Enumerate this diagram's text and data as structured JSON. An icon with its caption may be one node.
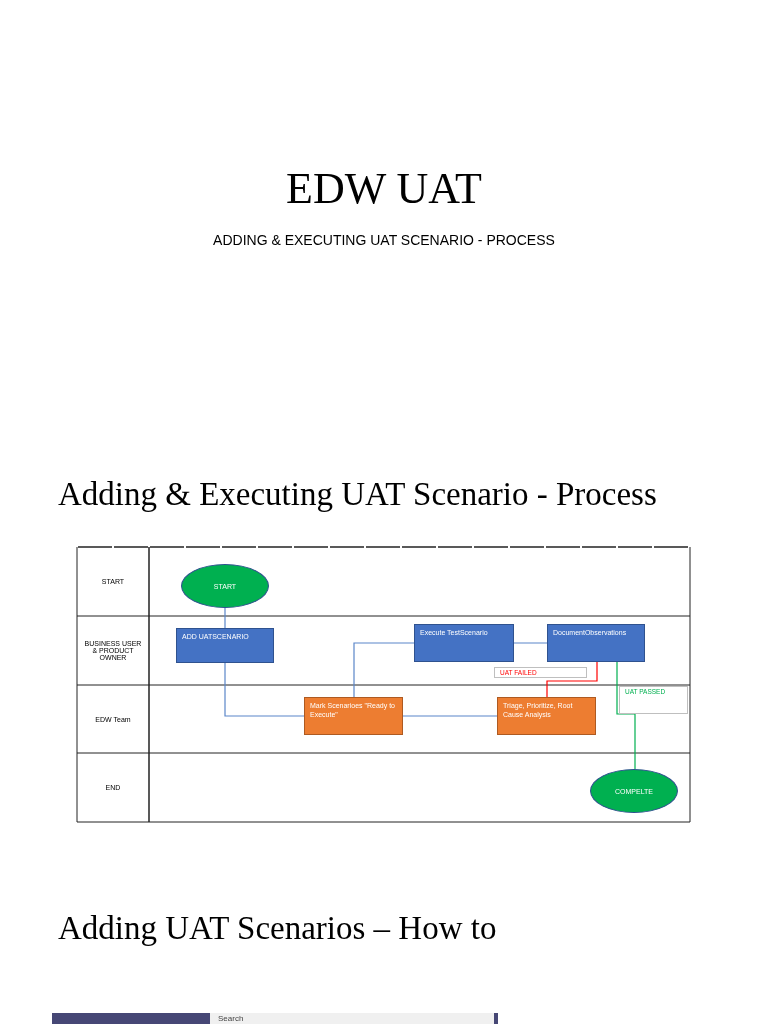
{
  "diagram": {
    "title": "EDW UAT",
    "nodes": [
      {
        "text": [
          "START"
        ]
      },
      {
        "text": [
          "BUSINESS USER & PRODUCT OWNER"
        ]
      },
      {
        "text": [
          "EDW Team"
        ]
      },
      {
        "text": [
          "END"
        ]
      },
      {
        "text": [
          "START"
        ]
      },
      {
        "text": [
          "ADD UATSCENARIO"
        ]
      },
      {
        "text": [
          "Execute TestScenario"
        ]
      },
      {
        "text": [
          "DocumentObservations"
        ]
      },
      {
        "text": [
          "Mark Scenarioes \"Ready to Execute\""
        ]
      },
      {
        "text": [
          "Triage, Prioritize, Root Cause Analysis"
        ]
      },
      {
        "text": [
          "COMPELTE"
        ]
      }
    ],
    "edges": [
      {
        "from": 4,
        "to": 5,
        "arrow": "none"
      },
      {
        "from": 5,
        "to": 8,
        "arrow": "none"
      },
      {
        "from": 8,
        "to": 6,
        "arrow": "none"
      },
      {
        "from": 6,
        "to": 7,
        "arrow": "none"
      },
      {
        "from": 8,
        "to": 9,
        "arrow": "none"
      },
      {
        "from": 7,
        "to": 9,
        "arrow": "none",
        "label": "UAT FAILED",
        "color": "#ff0000"
      },
      {
        "from": 7,
        "to": 10,
        "arrow": "none",
        "label": "UAT PASSED",
        "color": "#00b050"
      }
    ],
    "labels": [
      "ADDING & EXECUTING UAT SCENARIO - PROCESS",
      "Adding & Executing UAT Scenario - Process",
      "Adding UAT Scenarios – How to",
      "Search"
    ]
  }
}
